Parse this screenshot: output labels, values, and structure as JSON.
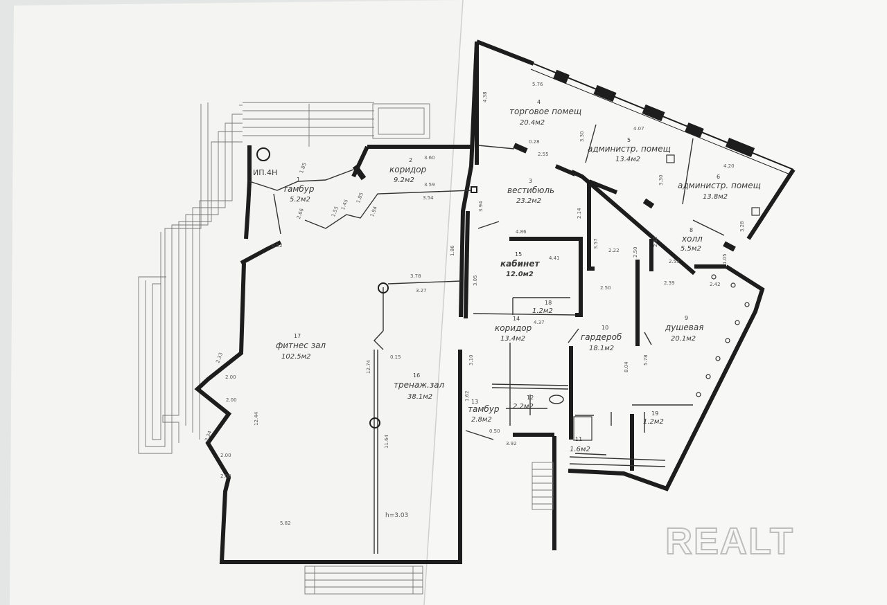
{
  "plan": {
    "marker": "ИП.4Н",
    "height_note": "h=3.03",
    "rooms": [
      {
        "num": "1",
        "name": "тамбур",
        "area": "5.2м2"
      },
      {
        "num": "2",
        "name": "коридор",
        "area": "9.2м2"
      },
      {
        "num": "3",
        "name": "вестибюль",
        "area": "23.2м2"
      },
      {
        "num": "4",
        "name": "торговое помещ",
        "area": "20.4м2"
      },
      {
        "num": "5",
        "name": "администр. помещ",
        "area": "13.4м2"
      },
      {
        "num": "6",
        "name": "администр. помещ",
        "area": "13.8м2"
      },
      {
        "num": "8",
        "name": "холл",
        "area": "5.5м2"
      },
      {
        "num": "9",
        "name": "душевая",
        "area": "20.1м2"
      },
      {
        "num": "10",
        "name": "гардероб",
        "area": "18.1м2"
      },
      {
        "num": "11",
        "name": "",
        "area": "1.6м2"
      },
      {
        "num": "12",
        "name": "",
        "area": "2.2м2"
      },
      {
        "num": "13",
        "name": "тамбур",
        "area": "2.8м2"
      },
      {
        "num": "14",
        "name": "коридор",
        "area": "13.4м2"
      },
      {
        "num": "15",
        "name": "кабинет",
        "area": "12.0м2"
      },
      {
        "num": "16",
        "name": "тренаж.зал",
        "area": "38.1м2"
      },
      {
        "num": "17",
        "name": "фитнес зал",
        "area": "102.5м2"
      },
      {
        "num": "18",
        "name": "",
        "area": "1.2м2"
      },
      {
        "num": "19",
        "name": "",
        "area": "1.2м2"
      }
    ],
    "dimensions": [
      "3.60",
      "3.59",
      "3.54",
      "1.85",
      "2.66",
      "1.55",
      "1.45",
      "1.85",
      "1.94",
      "0.52",
      "3.78",
      "3.27",
      "0.15",
      "12.74",
      "11.64",
      "5.82",
      "2.33",
      "2.00",
      "2.00",
      "2.34",
      "2.00",
      "2.00",
      "12.44",
      "4.38",
      "5.76",
      "0.28",
      "2.55",
      "3.30",
      "4.07",
      "4.20",
      "3.30",
      "3.28",
      "3.94",
      "1.86",
      "4.86",
      "4.41",
      "3.57",
      "3.05",
      "4.37",
      "2.14",
      "2.22",
      "2.32",
      "2.50",
      "2.50",
      "2.53",
      "2.39",
      "1.05",
      "2.42",
      "8.04",
      "5.78",
      "3.10",
      "1.62",
      "0.50",
      "3.92"
    ]
  },
  "watermark": "REALT"
}
